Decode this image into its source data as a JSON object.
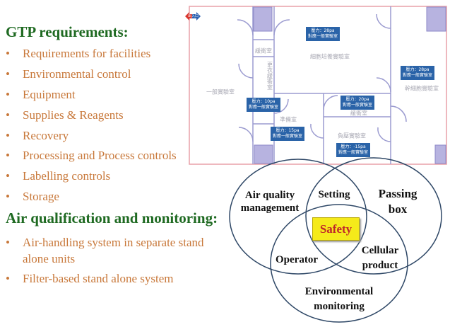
{
  "left": {
    "heading1": "GTP requirements:",
    "list1": [
      "Requirements for facilities",
      "Environmental control",
      "Equipment",
      "Supplies & Reagents",
      "Recovery",
      "Processing and Process controls",
      "Labelling controls",
      "Storage"
    ],
    "heading2": "Air qualification and monitoring:",
    "list2": [
      [
        "Air-handling system in separate stand",
        "alone units"
      ],
      [
        "Filter-based stand alone system"
      ]
    ]
  },
  "floor_plan": {
    "entrance": "出入口",
    "rooms": {
      "buffer1": "緩衝室",
      "cell_culture": "細胞培養實驗室",
      "changing_buffer": "更衣緩衝室",
      "general_lab": "一般實驗室",
      "stem_cell_lab": "幹細胞實驗室",
      "buffer2": "緩衝室",
      "prep_room": "準備室",
      "negative_pressure_lab": "負壓實驗室"
    },
    "pressure_labels": [
      {
        "pressure": "壓力：28pa",
        "ref": "對應一般實驗室"
      },
      {
        "pressure": "壓力：28pa",
        "ref": "對應一般實驗室"
      },
      {
        "pressure": "壓力：10pa",
        "ref": "對應一般實驗室"
      },
      {
        "pressure": "壓力：20pa",
        "ref": "對應一般實驗室"
      },
      {
        "pressure": "壓力：15pa",
        "ref": "對應一般實驗室"
      },
      {
        "pressure": "壓力：-15pa",
        "ref": "對應一般實驗室"
      }
    ],
    "colors": {
      "outer_wall": "#e8a0a8",
      "inner_wall": "#9b9bd0",
      "label_bg": "#2a63a8"
    }
  },
  "venn": {
    "air_quality": [
      "Air quality",
      "management"
    ],
    "setting": "Setting",
    "passing_box": [
      "Passing",
      "box"
    ],
    "safety": "Safety",
    "operator": "Operator",
    "cellular_product": [
      "Cellular",
      "product"
    ],
    "environmental": [
      "Environmental",
      "monitoring"
    ]
  }
}
